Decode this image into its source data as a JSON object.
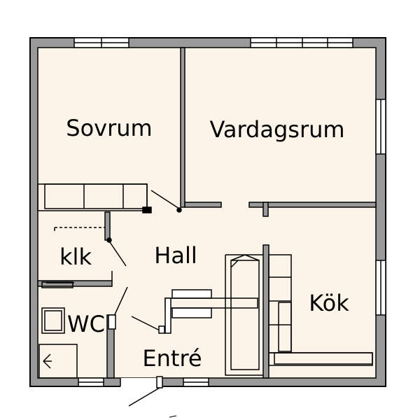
{
  "rooms": {
    "sovrum": "Sovrum",
    "vardagsrum": "Vardagsrum",
    "klk": "klk",
    "hall": "Hall",
    "wc": "WC",
    "kok": "Kök",
    "entre": "Entré"
  },
  "colors": {
    "floor": "#fdf4e9",
    "wall_fill": "#9a9a9a",
    "wall_line": "#000000",
    "window": "#ffffff"
  }
}
